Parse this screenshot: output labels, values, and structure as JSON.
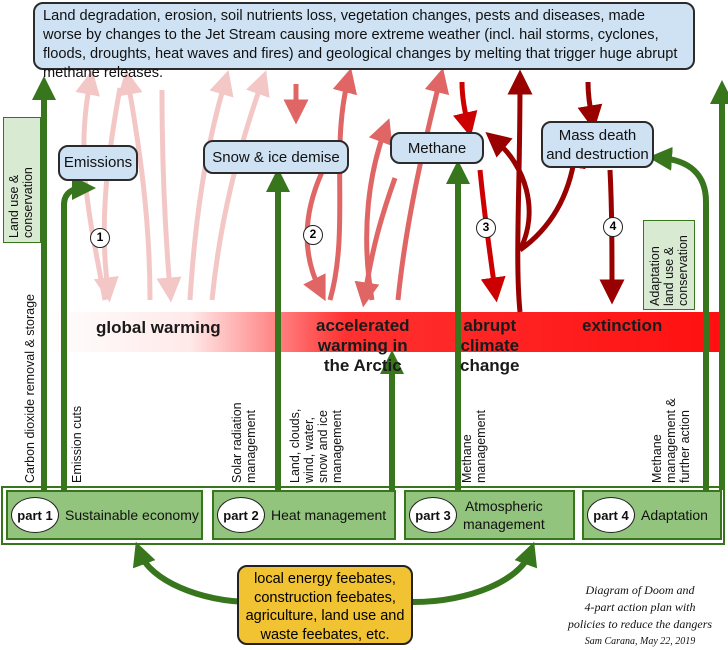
{
  "top_box": {
    "text": "Land degradation, erosion, soil nutrients loss, vegetation changes, pests and diseases, made worse by changes to the Jet Stream causing more extreme weather (incl. hail storms, cyclones, floods, droughts, heat waves and fires) and geological changes by melting that trigger huge abrupt methane releases."
  },
  "nodes": {
    "emissions": "Emissions",
    "snow_ice": "Snow & ice demise",
    "methane": "Methane",
    "mass_death_line1": "Mass death",
    "mass_death_line2": "and destruction"
  },
  "numbers": [
    "1",
    "2",
    "3",
    "4"
  ],
  "band": {
    "global_warming": "global warming",
    "arctic_line1": "accelerated",
    "arctic_line2": "warming in",
    "arctic_line3": "the Arctic",
    "abrupt_line1": "abrupt",
    "abrupt_line2": "climate",
    "abrupt_line3": "change",
    "extinction": "extinction"
  },
  "vertical_labels": {
    "land_use_1": "Land use &",
    "land_use_2": "conservation",
    "carbon_dioxide": "Carbon dioxide removal & storage",
    "emission_cuts": "Emission cuts",
    "srm_1": "Solar radiation",
    "srm_2": "management",
    "land_clouds_1": "Land, clouds,",
    "land_clouds_2": "wind, water,",
    "land_clouds_3": "snow and ice",
    "land_clouds_4": "management",
    "methane_mgmt_1": "Methane",
    "methane_mgmt_2": "management",
    "adaptation_1": "Adaptation",
    "adaptation_2": "land use &",
    "adaptation_3": "conservation",
    "methane_further_1": "Methane",
    "methane_further_2": "management &",
    "methane_further_3": "further action"
  },
  "parts": [
    {
      "id": "part 1",
      "label": "Sustainable economy"
    },
    {
      "id": "part 2",
      "label": "Heat management"
    },
    {
      "id": "part 3",
      "label_line1": "Atmospheric",
      "label_line2": "management"
    },
    {
      "id": "part 4",
      "label": "Adaptation"
    }
  ],
  "policies": {
    "line1": "local energy feebates,",
    "line2": "construction feebates,",
    "line3": "agriculture, land use and",
    "line4": "waste feebates, etc."
  },
  "caption": {
    "line1": "Diagram of Doom and",
    "line2": "4-part action plan with",
    "line3": "policies to reduce the dangers",
    "credit": "Sam Carana, May 22,  2019"
  },
  "colors": {
    "green_arrow": "#38761d",
    "pink_arrow": "#f4c7c7",
    "salmon_arrow": "#e06666",
    "red_arrow": "#cc0000",
    "dark_red_arrow": "#990000",
    "box_blue": "#cfe2f3",
    "box_green": "#93c47d",
    "box_yellow": "#f1c232"
  }
}
